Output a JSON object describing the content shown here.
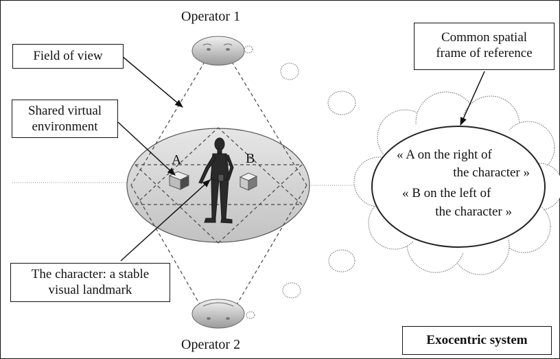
{
  "operators": {
    "top": "Operator 1",
    "bottom": "Operator 2"
  },
  "labels": {
    "field_of_view": "Field of view",
    "shared_env": [
      "Shared virtual",
      "environment"
    ],
    "character": [
      "The character: a stable",
      "visual landmark"
    ],
    "common_frame": [
      "Common spatial",
      "frame of reference"
    ],
    "system": "Exocentric system"
  },
  "objects": {
    "a": "A",
    "b": "B"
  },
  "thought": [
    "« A on the right of",
    "the character »",
    "« B on the left of",
    "the character »"
  ]
}
